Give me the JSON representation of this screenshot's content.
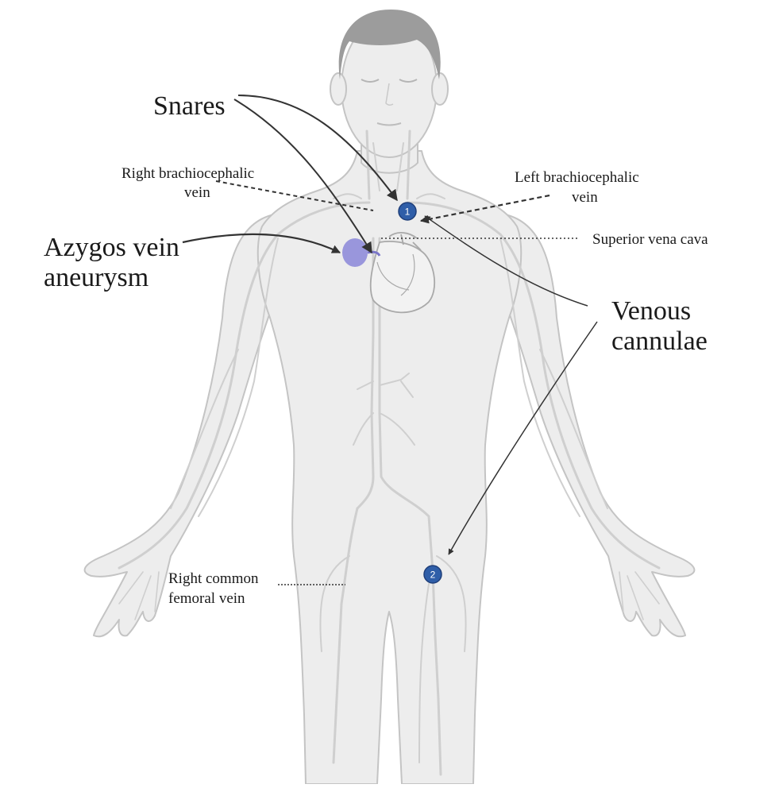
{
  "labels": {
    "snares": "Snares",
    "right_brachiocephalic_line1": "Right brachiocephalic",
    "right_brachiocephalic_line2": "vein",
    "left_brachiocephalic_line1": "Left brachiocephalic",
    "left_brachiocephalic_line2": "vein",
    "superior_vena_cava": "Superior vena cava",
    "azygos_line1": "Azygos vein",
    "azygos_line2": "aneurysm",
    "venous_line1": "Venous",
    "venous_line2": "cannulae",
    "femoral_line1": "Right common",
    "femoral_line2": "femoral vein"
  },
  "markers": {
    "neck_number": "1",
    "groin_number": "2"
  },
  "colors": {
    "marker_fill": "#2f5ea8",
    "aneurysm_fill": "#8a86d8",
    "body_fill": "#ededed",
    "body_outline": "#c4c4c4",
    "vein_stroke": "#cfcfcf",
    "hair_fill": "#9c9c9c",
    "arrow_color": "#333333"
  }
}
